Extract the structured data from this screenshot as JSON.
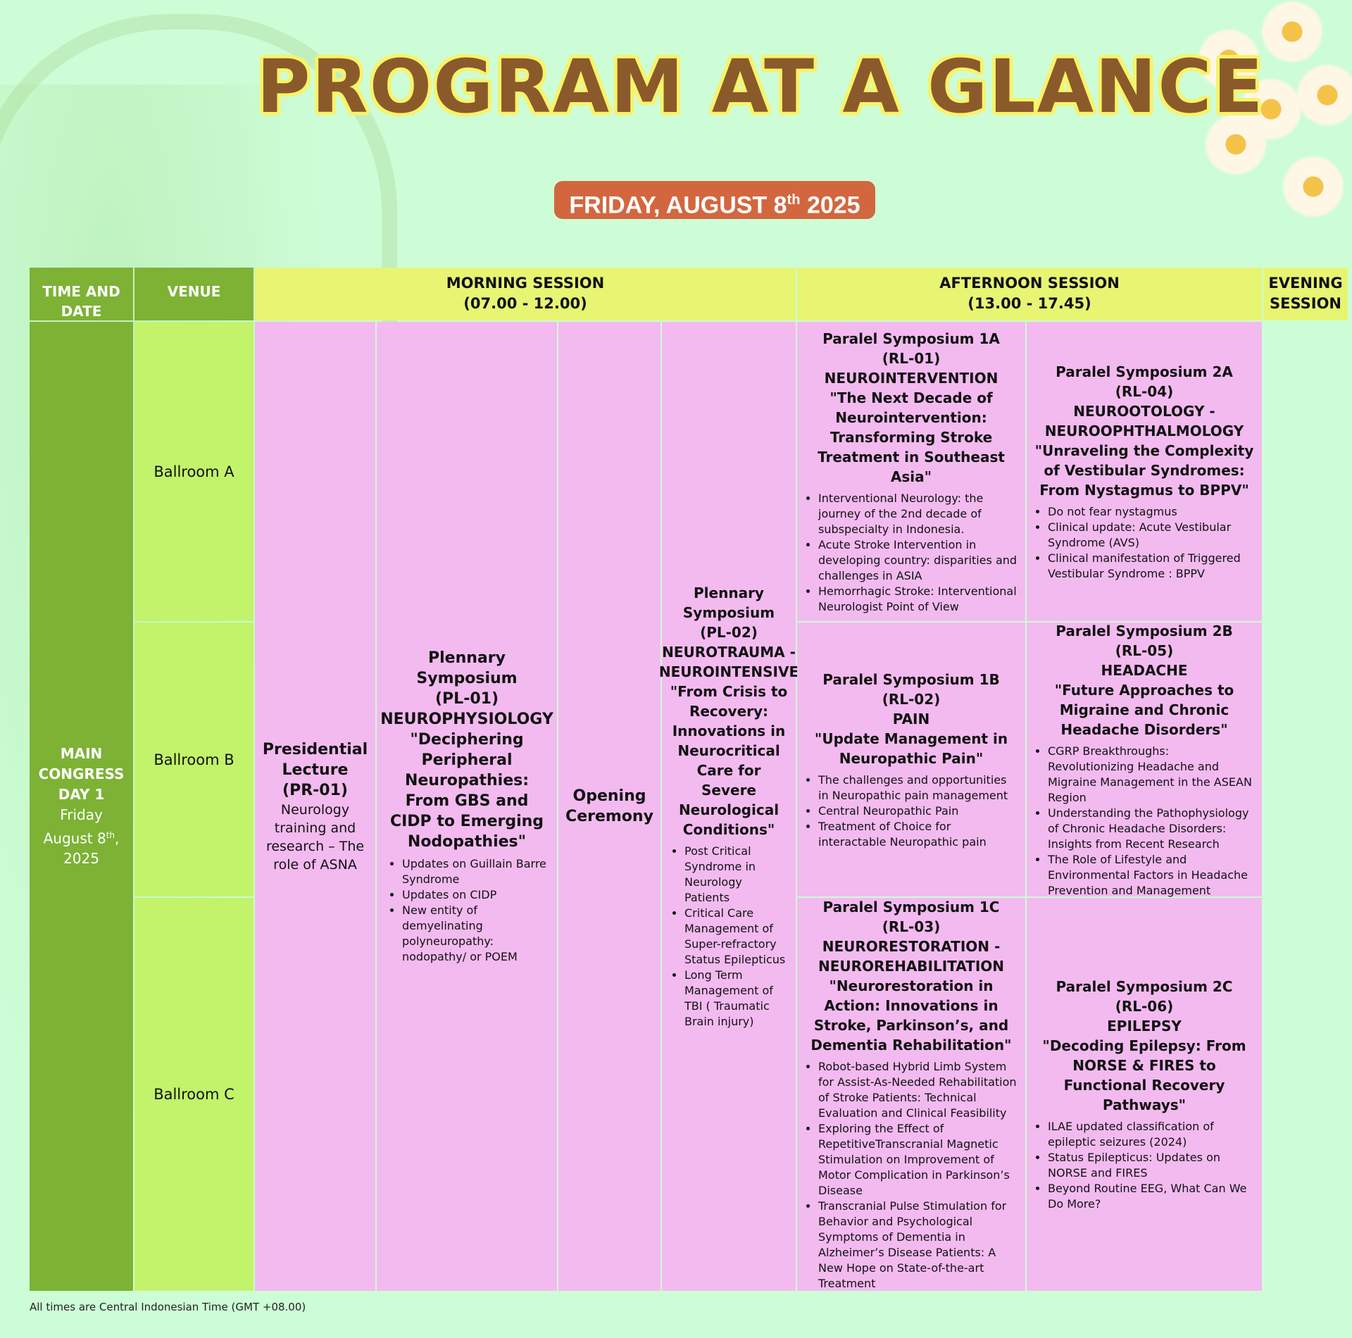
{
  "page": {
    "title": "PROGRAM AT A GLANCE",
    "date_main": "FRIDAY, AUGUST 8",
    "date_sup": "th",
    "date_year": " 2025",
    "footnote": "All times are Central Indonesian Time (GMT +08.00)"
  },
  "headers": {
    "time_date": "TIME AND DATE",
    "venue": "VENUE",
    "morning": "MORNING SESSION",
    "morning_time": "(07.00 - 12.00)",
    "afternoon": "AFTERNOON SESSION",
    "afternoon_time": "(13.00 - 17.45)",
    "evening": "EVENING SESSION"
  },
  "day": {
    "name_line1": "MAIN",
    "name_line2": "CONGRESS",
    "name_line3": "DAY 1",
    "weekday": "Friday",
    "date_main": "August 8",
    "date_sup": "th",
    "date_after": ",",
    "year": "2025"
  },
  "venues": [
    "Ballroom A",
    "Ballroom B",
    "Ballroom C"
  ],
  "presidential": {
    "title1": "Presidential",
    "title2": "Lecture",
    "code": "(PR-01)",
    "desc": "Neurology training and research – The role of ASNA"
  },
  "pl01": {
    "title": "Plennary Symposium",
    "code": "(PL-01)",
    "topic": "NEUROPHYSIOLOGY",
    "quote": "\"Deciphering Peripheral Neuropathies: From GBS and CIDP to Emerging Nodopathies\"",
    "bullets": [
      "Updates on Guillain Barre Syndrome",
      "Updates on CIDP",
      "New entity of demyelinating polyneuropathy: nodopathy/ or POEM"
    ]
  },
  "opening": {
    "label": "Opening Ceremony"
  },
  "pl02": {
    "title": "Plennary Symposium",
    "code": "(PL-02)",
    "topic": "NEUROTRAUMA - NEUROINTENSIVE",
    "quote": "\"From Crisis to Recovery: Innovations in Neurocritical Care for Severe Neurological Conditions\"",
    "bullets": [
      "Post Critical Syndrome in Neurology Patients",
      "Critical Care Management of Super-refractory Status Epilepticus",
      "Long Term Management of TBI ( Traumatic Brain injury)"
    ]
  },
  "rl01": {
    "title": "Paralel Symposium 1A",
    "code": "(RL-01)",
    "topic": "NEUROINTERVENTION",
    "quote": "\"The Next Decade of Neurointervention: Transforming Stroke Treatment in Southeast Asia\"",
    "bullets": [
      "Interventional Neurology: the journey of the 2nd decade of subspecialty in Indonesia.",
      "Acute Stroke Intervention in developing country: disparities and challenges in ASIA",
      "Hemorrhagic Stroke: Interventional Neurologist Point of View"
    ]
  },
  "rl04": {
    "title": "Paralel Symposium 2A",
    "code": "(RL-04)",
    "topic": "NEUROOTOLOGY - NEUROOPHTHALMOLOGY",
    "quote": "\"Unraveling the Complexity of Vestibular Syndromes: From Nystagmus to BPPV\"",
    "bullets": [
      "Do not fear nystagmus",
      "Clinical update: Acute Vestibular Syndrome (AVS)",
      "Clinical manifestation of Triggered Vestibular Syndrome : BPPV"
    ]
  },
  "rl02": {
    "title": "Paralel Symposium 1B",
    "code": "(RL-02)",
    "topic": "PAIN",
    "quote": "\"Update Management in Neuropathic Pain\"",
    "bullets": [
      "The challenges and opportunities in Neuropathic pain management",
      "Central Neuropathic Pain",
      "Treatment of Choice for interactable Neuropathic pain"
    ]
  },
  "rl05": {
    "title": "Paralel Symposium 2B",
    "code": "(RL-05)",
    "topic": "HEADACHE",
    "quote": "\"Future Approaches to Migraine and Chronic Headache Disorders\"",
    "bullets": [
      "CGRP Breakthroughs: Revolutionizing Headache and Migraine Management in the ASEAN Region",
      "Understanding the Pathophysiology of Chronic Headache Disorders: Insights from Recent Research",
      "The Role of Lifestyle and Environmental Factors in Headache Prevention and Management"
    ]
  },
  "rl03": {
    "title": "Paralel Symposium 1C",
    "code": "(RL-03)",
    "topic": "NEURORESTORATION - NEUROREHABILITATION",
    "quote": "\"Neurorestoration in Action: Innovations in Stroke, Parkinson’s, and Dementia Rehabilitation\"",
    "bullets": [
      "Robot-based Hybrid Limb System for Assist-As-Needed Rehabilitation of Stroke Patients: Technical Evaluation and Clinical Feasibility",
      "Exploring the Effect of RepetitiveTranscranial Magnetic Stimulation on Improvement of Motor Complication in Parkinson’s Disease",
      "Transcranial Pulse Stimulation for Behavior and Psychological Symptoms of Dementia in Alzheimer’s Disease Patients: A New Hope on State-of-the-art Treatment"
    ]
  },
  "rl06": {
    "title": "Paralel Symposium 2C",
    "code": "(RL-06)",
    "topic": "EPILEPSY",
    "quote": "\"Decoding Epilepsy: From NORSE & FIRES to Functional Recovery Pathways\"",
    "bullets": [
      "ILAE updated classification of epileptic seizures (2024)",
      "Status Epilepticus: Updates on NORSE and FIRES",
      "Beyond Routine EEG, What Can We Do More?"
    ]
  },
  "colors": {
    "background": "#cdfdd6",
    "header_dark": "#7db235",
    "header_yellow": "#e7f573",
    "venue": "#c2f36b",
    "session_pink": "#f3baef",
    "title_brown": "#8b5a2b",
    "date_pill": "#d2673f"
  }
}
